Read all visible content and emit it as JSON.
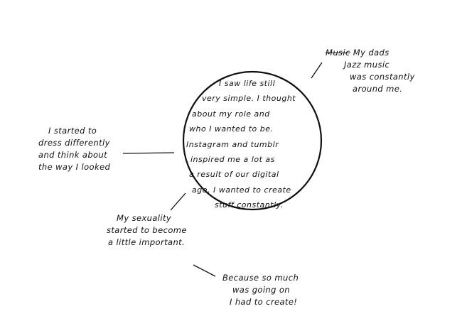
{
  "center": {
    "lines": [
      "I saw life still",
      "very simple. I thought",
      "about my role and",
      "who I wanted to be.",
      "Instagram and tumblr",
      "inspired me a lot as",
      "a result of our digital",
      "age. I wanted to create",
      "stuff constantly."
    ]
  },
  "notes": {
    "top_right": {
      "struck": "Music",
      "lines": [
        "My dads",
        "Jazz music",
        "was constantly",
        "around me."
      ]
    },
    "left": {
      "lines": [
        "I started to",
        "dress differently",
        "and think about",
        "the way I looked"
      ]
    },
    "bottom_left": {
      "lines": [
        "My sexuality",
        "started to become",
        "a little important."
      ]
    },
    "bottom_right": {
      "lines": [
        "Because so much",
        "was going on",
        "I had to create!"
      ]
    }
  }
}
